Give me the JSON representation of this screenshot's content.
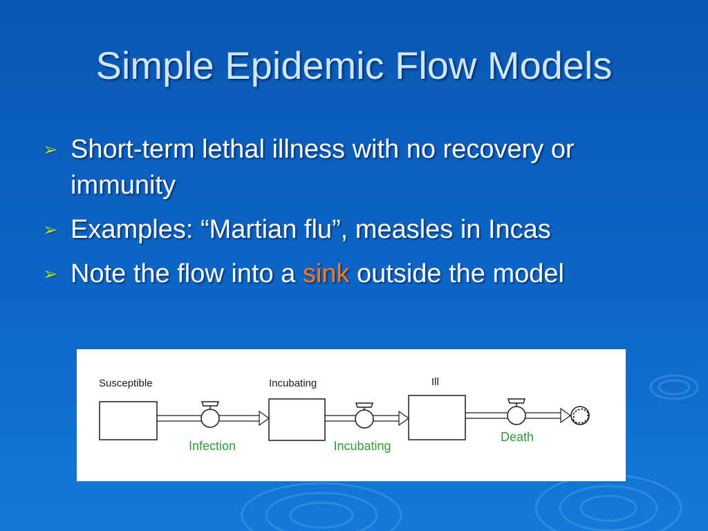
{
  "title": "Simple Epidemic Flow Models",
  "bullets": [
    {
      "text": "Short-term lethal illness with no recovery or immunity"
    },
    {
      "text": "Examples: “Martian flu”, measles in Incas"
    },
    {
      "before": "Note the flow into a ",
      "highlight": "sink",
      "after": " outside the model"
    }
  ],
  "bullet_marker": "➢",
  "diagram": {
    "stocks": [
      {
        "label": "Susceptible"
      },
      {
        "label": "Incubating"
      },
      {
        "label": "Ill"
      }
    ],
    "flows": [
      {
        "label": "Infection"
      },
      {
        "label": "Incubating"
      },
      {
        "label": "Death"
      }
    ]
  },
  "colors": {
    "background": "#0d62c0",
    "title": "#cfe6f7",
    "bullet_marker": "#9fe030",
    "highlight": "#ff7a1a",
    "flow_label": "#2e9c3a"
  }
}
